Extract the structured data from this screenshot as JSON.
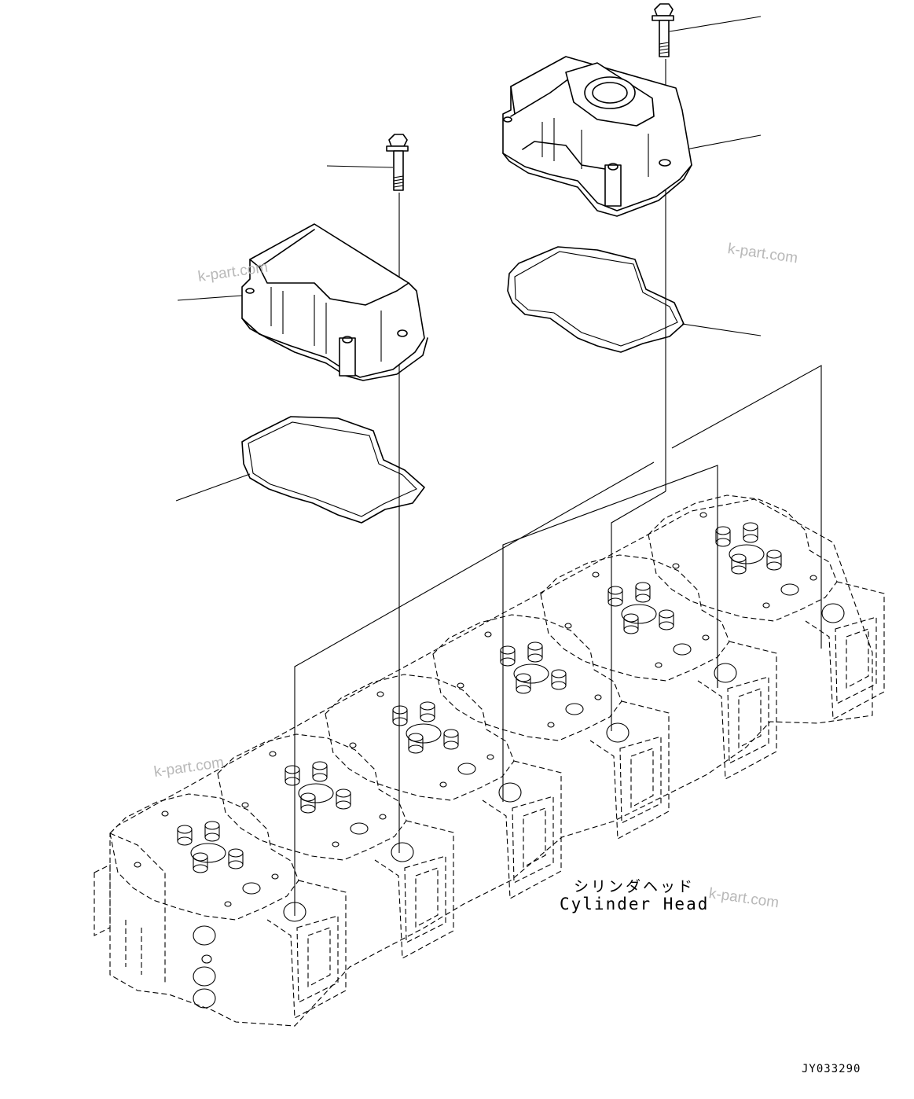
{
  "caption": {
    "japanese": "シリンダヘッド",
    "english": "Cylinder Head"
  },
  "drawing_code": "JY033290",
  "watermarks": [
    "k-part.com",
    "k-part.com",
    "k-part.com",
    "k-part.com"
  ]
}
